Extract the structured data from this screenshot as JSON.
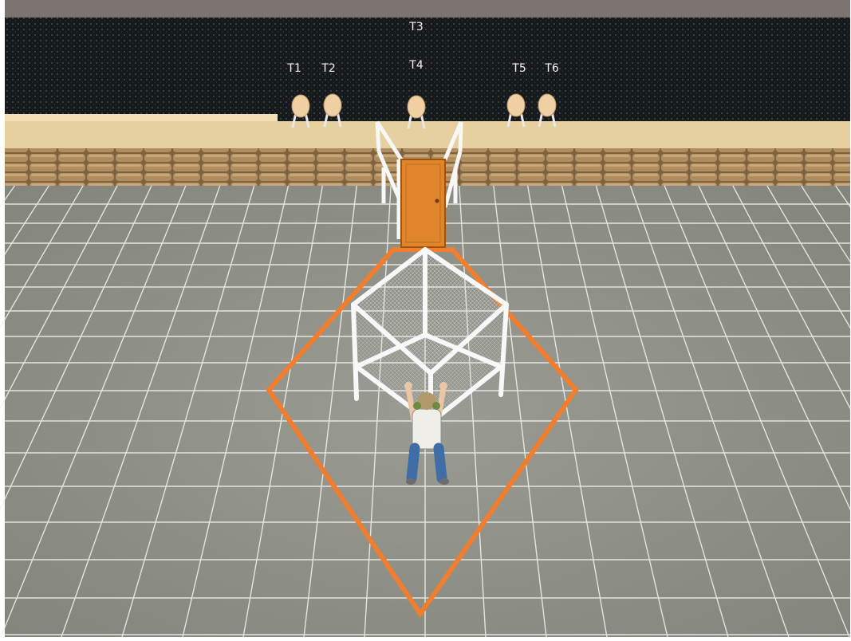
{
  "scene": {
    "type": "shooting-stage-overhead-view",
    "colors": {
      "backstop": "#15191b",
      "berm_top": "#e8d3a6",
      "sandbag": "#a68357",
      "floor": "#8e8f86",
      "grid_line": "#f2f2ef",
      "fault_line": "#f07e2e",
      "door": "#e1882b",
      "target": "#f0cfa2",
      "cage": "#f7f7f7"
    }
  },
  "targets": [
    {
      "id": "T1",
      "label": "T1"
    },
    {
      "id": "T2",
      "label": "T2"
    },
    {
      "id": "T3",
      "label": "T3"
    },
    {
      "id": "T4",
      "label": "T4"
    },
    {
      "id": "T5",
      "label": "T5"
    },
    {
      "id": "T6",
      "label": "T6"
    }
  ]
}
